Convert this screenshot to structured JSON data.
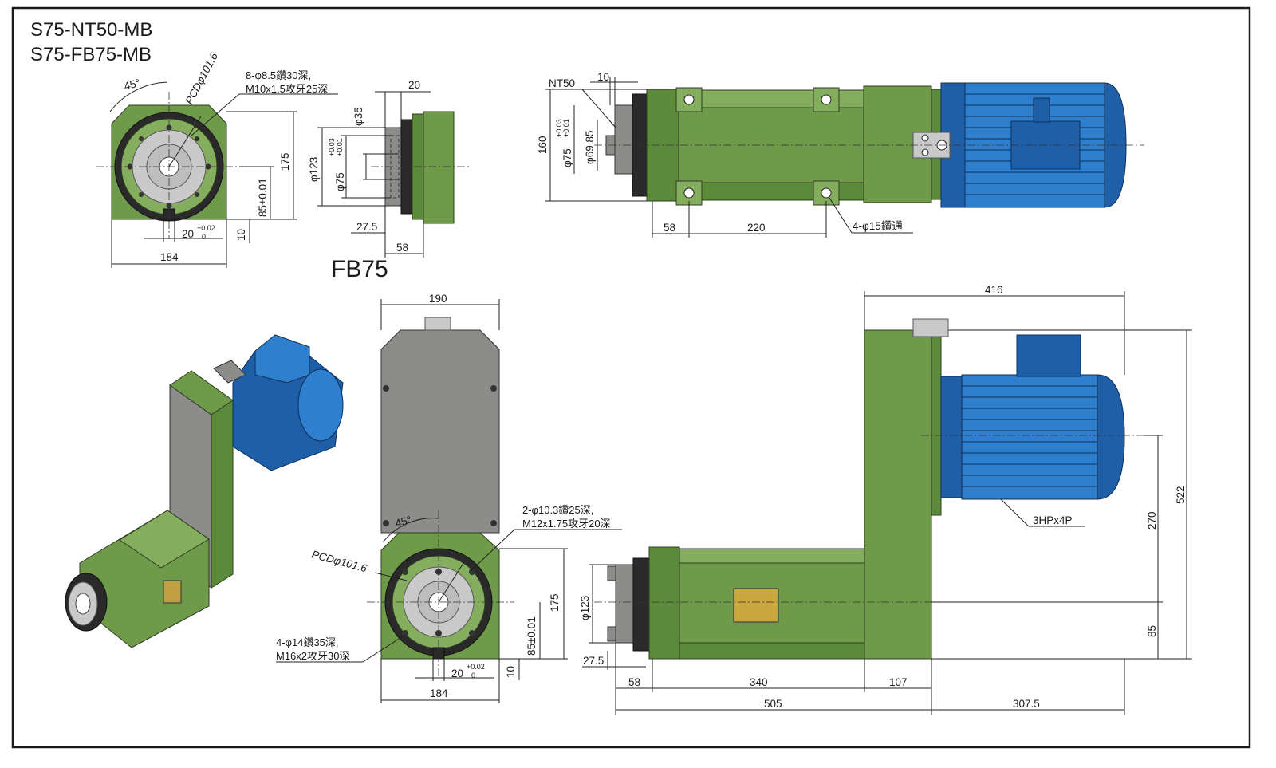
{
  "titles": {
    "line1": "S75-NT50-MB",
    "line2": "S75-FB75-MB",
    "fb75_label": "FB75"
  },
  "front_view_top": {
    "angle": "45°",
    "pcd": "PCDφ101.6",
    "holes_note_1": "8-φ8.5鑽30深,",
    "holes_note_2": "M10x1.5攻牙25深",
    "height": "175",
    "center_height": "85±0.01",
    "offset_10": "10",
    "key_width": "20",
    "key_tol_upper": "+0.02",
    "key_tol_lower": "0",
    "width": "184"
  },
  "fb75_view": {
    "top_width": "20",
    "d35": "φ35",
    "d123": "φ123",
    "d75": "φ75",
    "d75_tol_upper": "+0.03",
    "d75_tol_lower": "+0.01",
    "d27_5": "27.5",
    "d58": "58"
  },
  "nt50_view": {
    "nt50": "NT50",
    "d10": "10",
    "d160": "160",
    "d75": "φ75",
    "d75_tol_upper": "+0.03",
    "d75_tol_lower": "+0.01",
    "d69_85": "φ69.85",
    "d58": "58",
    "d220": "220",
    "holes": "4-φ15鑽通"
  },
  "bottom_front": {
    "width_top": "190",
    "angle": "45°",
    "pcd": "PCDφ101.6",
    "note_a1": "2-φ10.3鑽25深,",
    "note_a2": "M12x1.75攻牙20深",
    "note_b1": "4-φ14鑽35深,",
    "note_b2": "M16x2攻牙30深",
    "height": "175",
    "center_height": "85±0.01",
    "offset_10": "10",
    "key_width": "20",
    "key_tol_upper": "+0.02",
    "key_tol_lower": "0",
    "width": "184"
  },
  "side_view": {
    "d416": "416",
    "d522": "522",
    "d270": "270",
    "d85": "85",
    "d123": "φ123",
    "d27_5": "27.5",
    "d58": "58",
    "d340": "340",
    "d107": "107",
    "d505": "505",
    "d307_5": "307.5",
    "motor": "3HPx4P"
  },
  "colors": {
    "housing_green": "#6f9a4a",
    "motor_blue": "#1f5fa8",
    "panel_gray": "#8c8c8a",
    "frame": "#1a1a1a"
  }
}
